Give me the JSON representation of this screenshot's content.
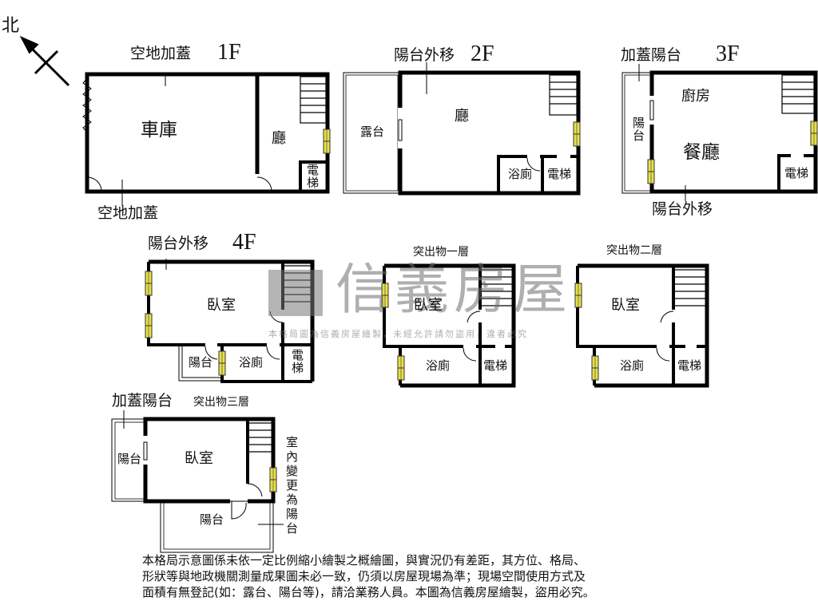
{
  "compass": {
    "label": "北"
  },
  "floors": {
    "f1": {
      "tag": "1F",
      "callout_top": "空地加蓋",
      "callout_bottom": "空地加蓋",
      "rooms": {
        "garage": "車庫",
        "hall": "廳",
        "elevator": "電梯"
      }
    },
    "f2": {
      "tag": "2F",
      "callout_top": "陽台外移",
      "rooms": {
        "terrace": "露台",
        "hall": "廳",
        "bathroom": "浴廁",
        "elevator": "電梯"
      }
    },
    "f3": {
      "tag": "3F",
      "callout_top": "加蓋陽台",
      "callout_bottom": "陽台外移",
      "rooms": {
        "balcony": "陽台",
        "kitchen": "廚房",
        "dining": "餐廳",
        "elevator": "電梯"
      }
    },
    "f4": {
      "tag": "4F",
      "callout_top": "陽台外移",
      "rooms": {
        "bedroom": "臥室",
        "balcony": "陽台",
        "bathroom": "浴廁",
        "elevator": "電梯"
      }
    },
    "p1": {
      "title": "突出物一層",
      "rooms": {
        "bedroom": "臥室",
        "bathroom": "浴廁",
        "elevator": "電梯"
      }
    },
    "p2": {
      "title": "突出物二層",
      "rooms": {
        "bedroom": "臥室",
        "bathroom": "浴廁",
        "elevator": "電梯"
      }
    },
    "p3": {
      "title": "突出物三層",
      "callout_top": "加蓋陽台",
      "side_note": "室內變更為陽台",
      "rooms": {
        "balcony_left": "陽台",
        "bedroom": "臥室",
        "balcony_bottom": "陽台"
      }
    }
  },
  "watermark": {
    "brand": "信義房屋",
    "notice": "本格局圖為信義房屋繪製，未經允許請勿盜用，違者必究"
  },
  "disclaimer": {
    "lines": [
      "本格局示意圖係未依一定比例縮小繪製之概繪圖，與實況仍有差距，其方位、格局、",
      "形狀等與地政機關測量成果圖未必一致，仍須以房屋現場為準；現場空間使用方式及",
      "面積有無登記(如：露台、陽台等)，請洽業務人員。本圖為信義房屋繪製，盜用必究。"
    ]
  },
  "colors": {
    "wall": "#000000",
    "window_fill": "#e8e04a",
    "watermark": "#8a8a8a"
  }
}
